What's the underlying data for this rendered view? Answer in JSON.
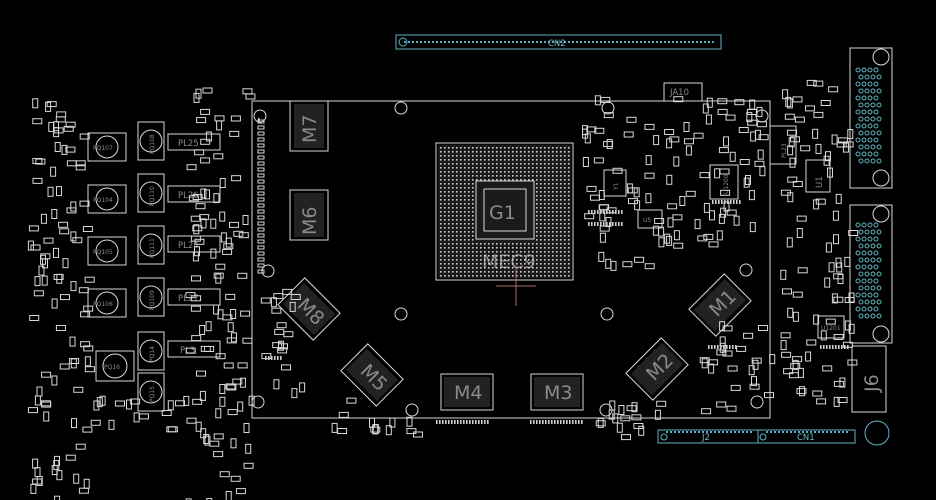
{
  "board": {
    "background": "#000000",
    "outline_color": "#d8d8d8",
    "connector_color": "#5fb3c2",
    "marker_color": "#b06a6a"
  },
  "labels": {
    "gpu": "G1",
    "gpu_marking": "MEC9",
    "cn2": "CN2",
    "cn1": "CN1",
    "j2": "J2",
    "j6": "J6",
    "ja10": "JA10",
    "pl23": "PL23",
    "u1": "U1",
    "u5": "U5",
    "u1200": "U1200",
    "u1201": "U1201",
    "y1": "Y1"
  },
  "memory": [
    {
      "id": "M7"
    },
    {
      "id": "M6"
    },
    {
      "id": "M8"
    },
    {
      "id": "M5"
    },
    {
      "id": "M4"
    },
    {
      "id": "M3"
    },
    {
      "id": "M2"
    },
    {
      "id": "M1"
    }
  ],
  "power_inductors": [
    "PL25",
    "PL26",
    "PL24",
    "PL27",
    "PL3"
  ],
  "mosfets": [
    "PQ107",
    "PQ108",
    "PQ104",
    "PQ110",
    "PQ105",
    "PQ111",
    "PQ106",
    "PQ109",
    "PQ16",
    "PQ14",
    "PQ15"
  ]
}
